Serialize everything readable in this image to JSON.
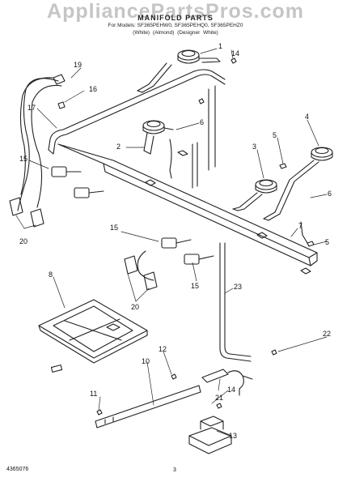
{
  "watermark": "AppliancePartsPros.com",
  "header": {
    "title": "MANIFOLD PARTS",
    "models": "For Models: SF365PEHW0, SF365PEHQ0, SF365PEHZ0",
    "colors": "(White)   (Almond)   (Designer White)"
  },
  "callouts": {
    "c1": "1",
    "c2": "2",
    "c3": "3",
    "c4": "4",
    "c5a": "5",
    "c5b": "5",
    "c6a": "6",
    "c6b": "6",
    "c7": "7",
    "c8": "8",
    "c10": "10",
    "c11": "11",
    "c12": "12",
    "c13": "13",
    "c14a": "14",
    "c14b": "14",
    "c15a": "15",
    "c15b": "15",
    "c15c": "15",
    "c16": "16",
    "c17": "17",
    "c19": "19",
    "c20a": "20",
    "c20b": "20",
    "c21": "21",
    "c22": "22",
    "c23": "23"
  },
  "footer": {
    "doc_id": "4365076",
    "page": "3"
  }
}
